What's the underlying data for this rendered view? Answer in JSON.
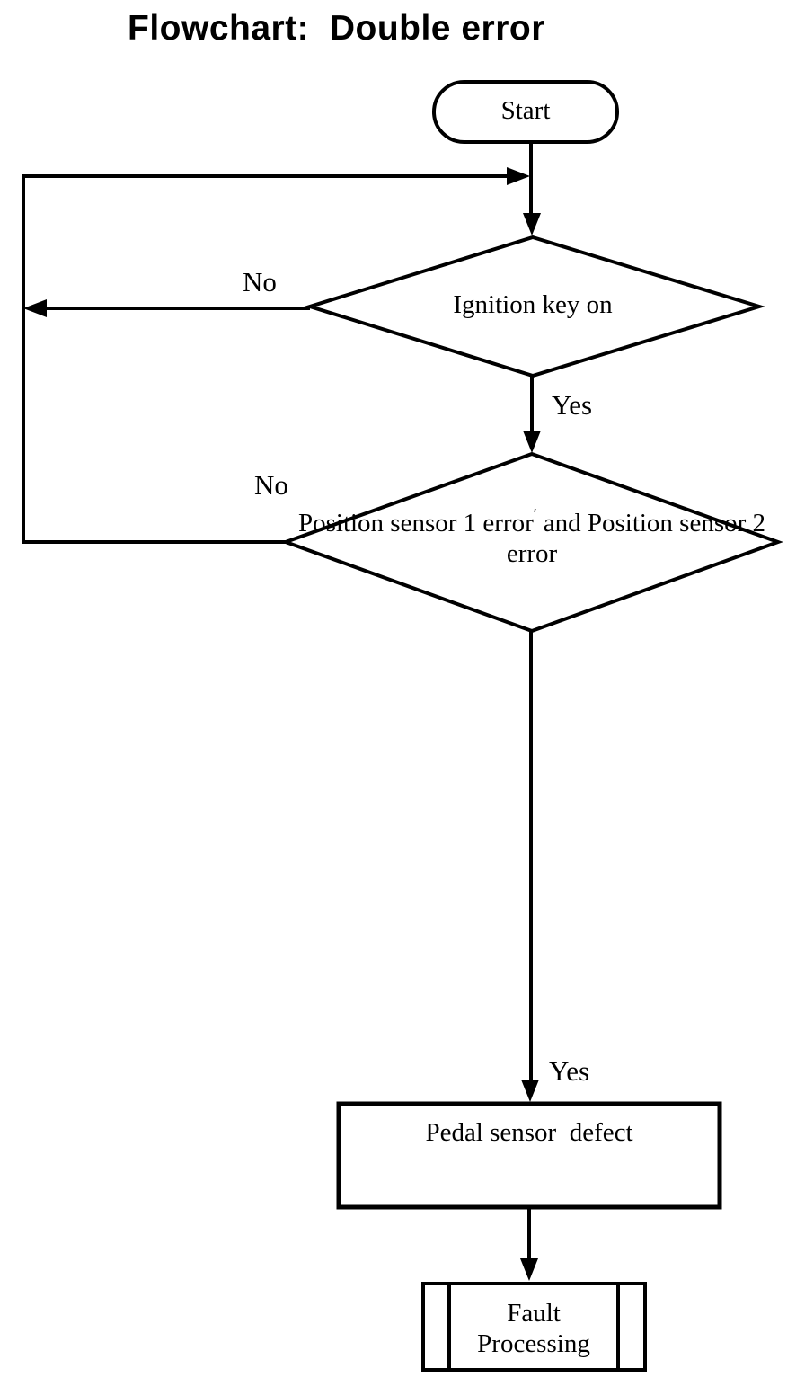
{
  "title": "Flowchart:  Double error",
  "colors": {
    "ink": "#000000",
    "background": "#ffffff"
  },
  "nodes": {
    "start": {
      "type": "terminator",
      "label": "Start"
    },
    "decision1": {
      "type": "decision",
      "label": "Ignition key on"
    },
    "decision2": {
      "type": "decision",
      "line1": "Position sensor 1 error",
      "artifact_mark": "′",
      "line2": "and",
      "line3": "Position sensor 2 error"
    },
    "process": {
      "type": "process",
      "label": "Pedal sensor  defect"
    },
    "predefined": {
      "type": "predefined-process",
      "line1": "Fault",
      "line2": "Processing"
    }
  },
  "edges": {
    "decision1_no": "No",
    "decision1_yes": "Yes",
    "decision2_no": "No",
    "decision2_yes": "Yes"
  }
}
